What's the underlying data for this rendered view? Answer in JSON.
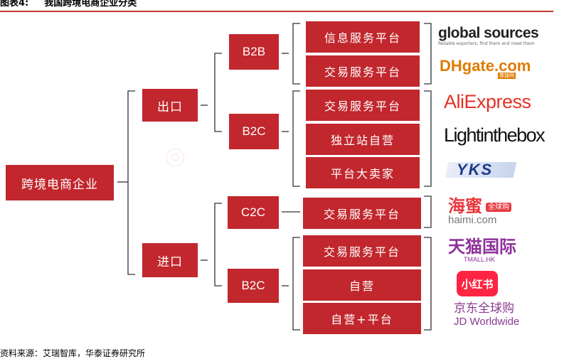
{
  "header": {
    "label": "图表4:",
    "title": "我国跨境电商企业分类"
  },
  "root": "跨境电商企业",
  "level1": {
    "export": "出口",
    "import": "进口"
  },
  "level2": {
    "export_b2b": "B2B",
    "export_b2c": "B2C",
    "import_c2c": "C2C",
    "import_b2c": "B2C"
  },
  "leaves": [
    "信息服务平台",
    "交易服务平台",
    "交易服务平台",
    "独立站自营",
    "平台大卖家",
    "交易服务平台",
    "交易服务平台",
    "自营",
    "自营+平台"
  ],
  "logos": {
    "global_sources": "global sources",
    "global_sources_tag": "Reliable exporters; find them and meet them",
    "dhgate": "DHgate.com",
    "dhgate_cn": "敦煌网",
    "aliexpress": "AliExpress",
    "lightinthebox": "Lightinthebox",
    "yks": "YKS",
    "haimi": "海蜜",
    "haimi_tag": "全球购",
    "haimi_url": "haimi.com",
    "tmall": "天猫国际",
    "tmall_hk": "TMALL.HK",
    "xiaohongshu": "小红书",
    "jd": "京东全球购",
    "jd_en": "JD Worldwide"
  },
  "source": "资料来源：艾瑞智库，华泰证券研究所",
  "colors": {
    "box": "#c1272d",
    "line": "#333333"
  }
}
